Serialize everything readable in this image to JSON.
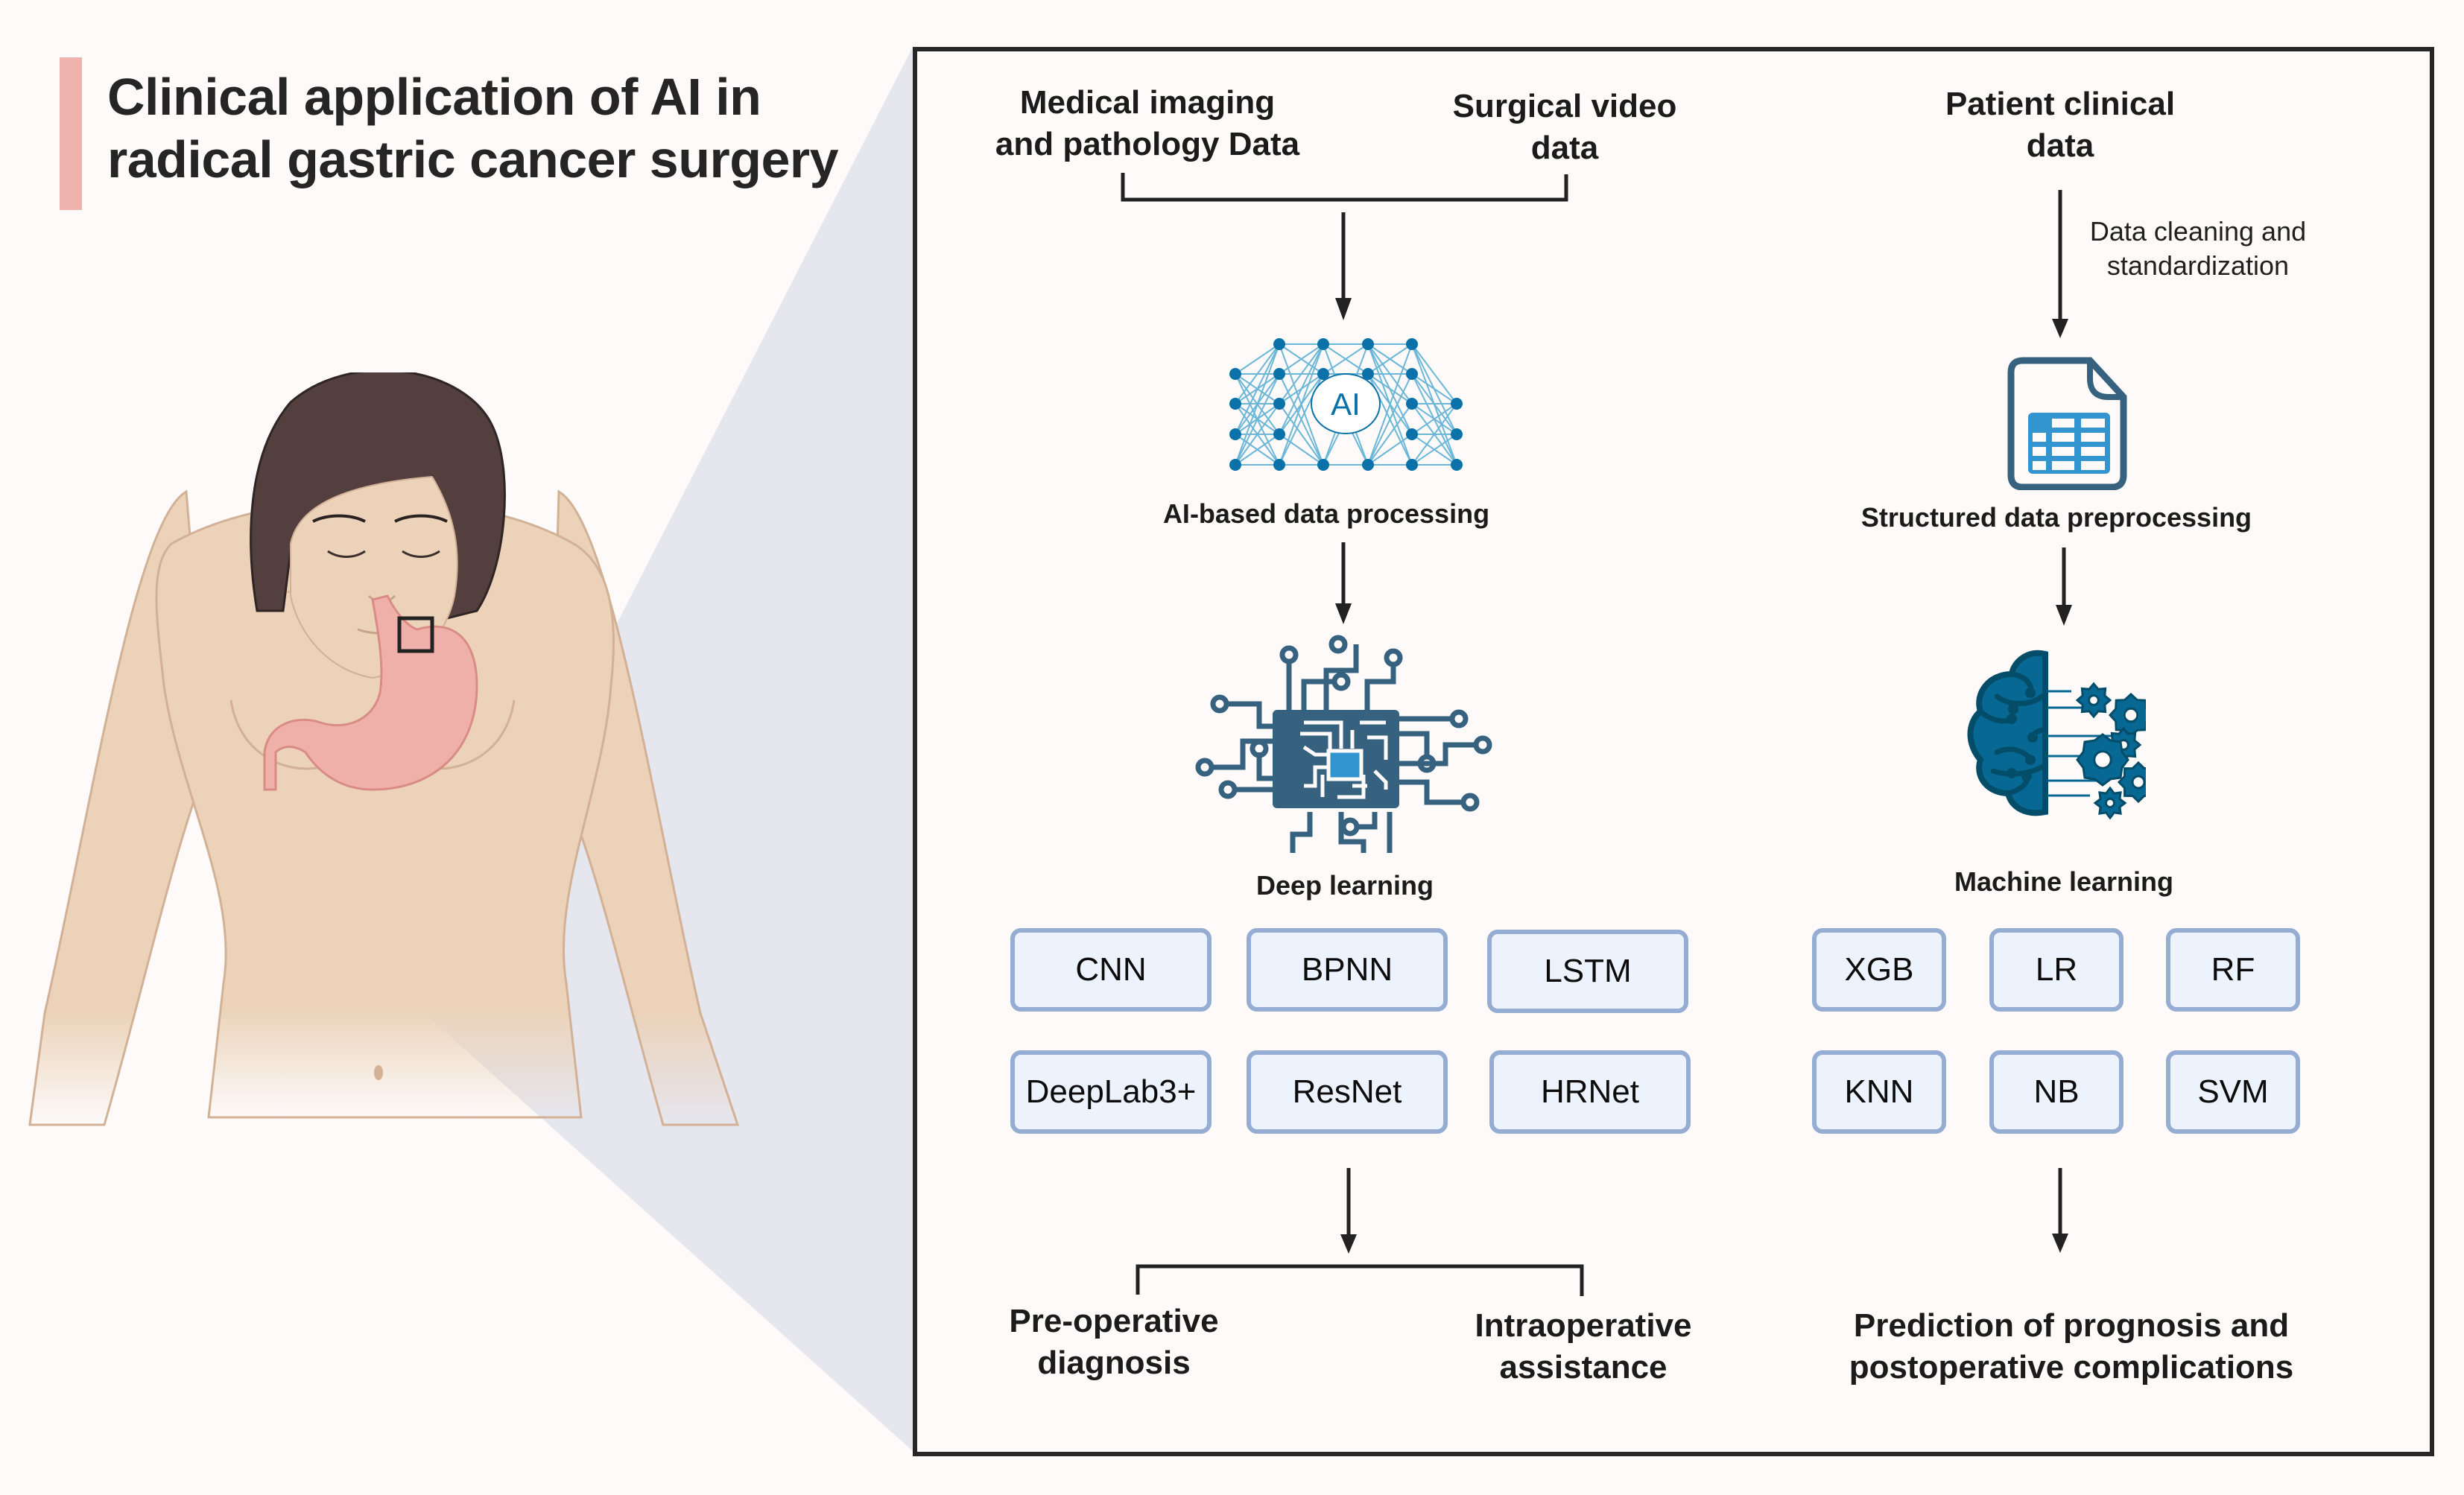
{
  "title": {
    "line1": "Clinical application of AI in",
    "line2": "radical gastric cancer surgery"
  },
  "colors": {
    "title_accent": "#efb3ad",
    "panel_border": "#262626",
    "chip_fill": "#edf3fc",
    "chip_border": "#95acd3",
    "icon_dark": "#37627f",
    "icon_blue": "#3395cf",
    "brain_blue": "#086894",
    "skin": "#ebd2b8",
    "hair": "#533f3d",
    "stomach": "#efb0aa",
    "zoom_cone": "#e6e6ee"
  },
  "illustration": {
    "figure": "female-torso-illustration",
    "organ": "stomach",
    "marker": "region-of-interest-square"
  },
  "left_flow": {
    "inputs": [
      {
        "line1": "Medical imaging",
        "line2": "and pathology Data"
      },
      {
        "line1": "Surgical video",
        "line2": "data"
      }
    ],
    "ai_icon_text": "AI",
    "ai_step_label": "AI-based data processing",
    "dl_label": "Deep learning",
    "models": [
      "CNN",
      "BPNN",
      "LSTM",
      "DeepLab3+",
      "ResNet",
      "HRNet"
    ],
    "outputs": [
      {
        "line1": "Pre-operative",
        "line2": "diagnosis"
      },
      {
        "line1": "Intraoperative",
        "line2": "assistance"
      }
    ]
  },
  "right_flow": {
    "input": {
      "line1": "Patient clinical",
      "line2": "data"
    },
    "arrow_note": {
      "line1": "Data cleaning and",
      "line2": "standardization"
    },
    "preprocess_label": "Structured data preprocessing",
    "ml_label": "Machine learning",
    "models": [
      "XGB",
      "LR",
      "RF",
      "KNN",
      "NB",
      "SVM"
    ],
    "output": {
      "line1": "Prediction of prognosis and",
      "line2": "postoperative complications"
    }
  }
}
